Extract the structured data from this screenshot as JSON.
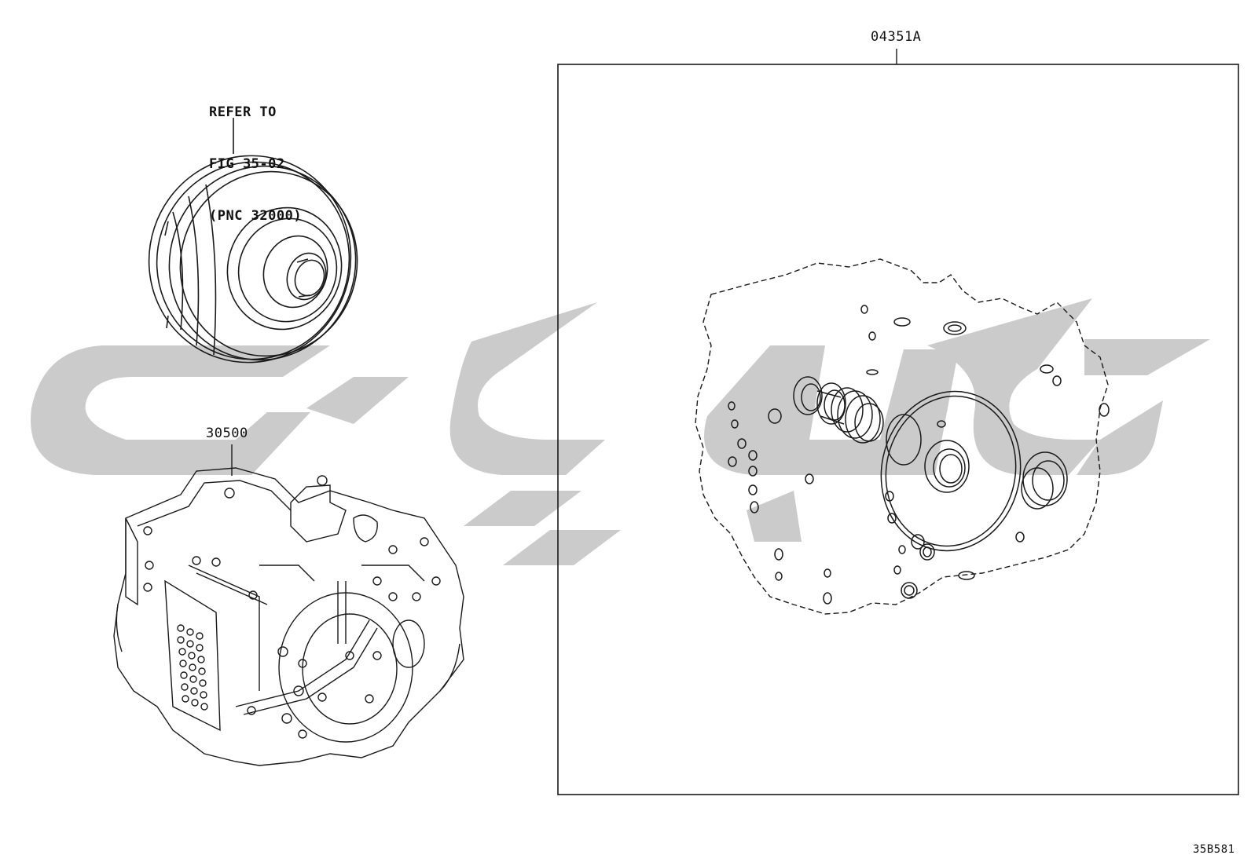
{
  "colors": {
    "ink": "#1a1a1a",
    "watermark": "#cbcbcb",
    "background": "#ffffff"
  },
  "torque_converter": {
    "reference_lines": [
      "REFER TO",
      "FIG 35-02",
      "(PNC 32000)"
    ]
  },
  "transaxle_assembly": {
    "part_number": "30500"
  },
  "overhaul_kit": {
    "part_number": "04351A"
  },
  "drawing_id": "35B581"
}
